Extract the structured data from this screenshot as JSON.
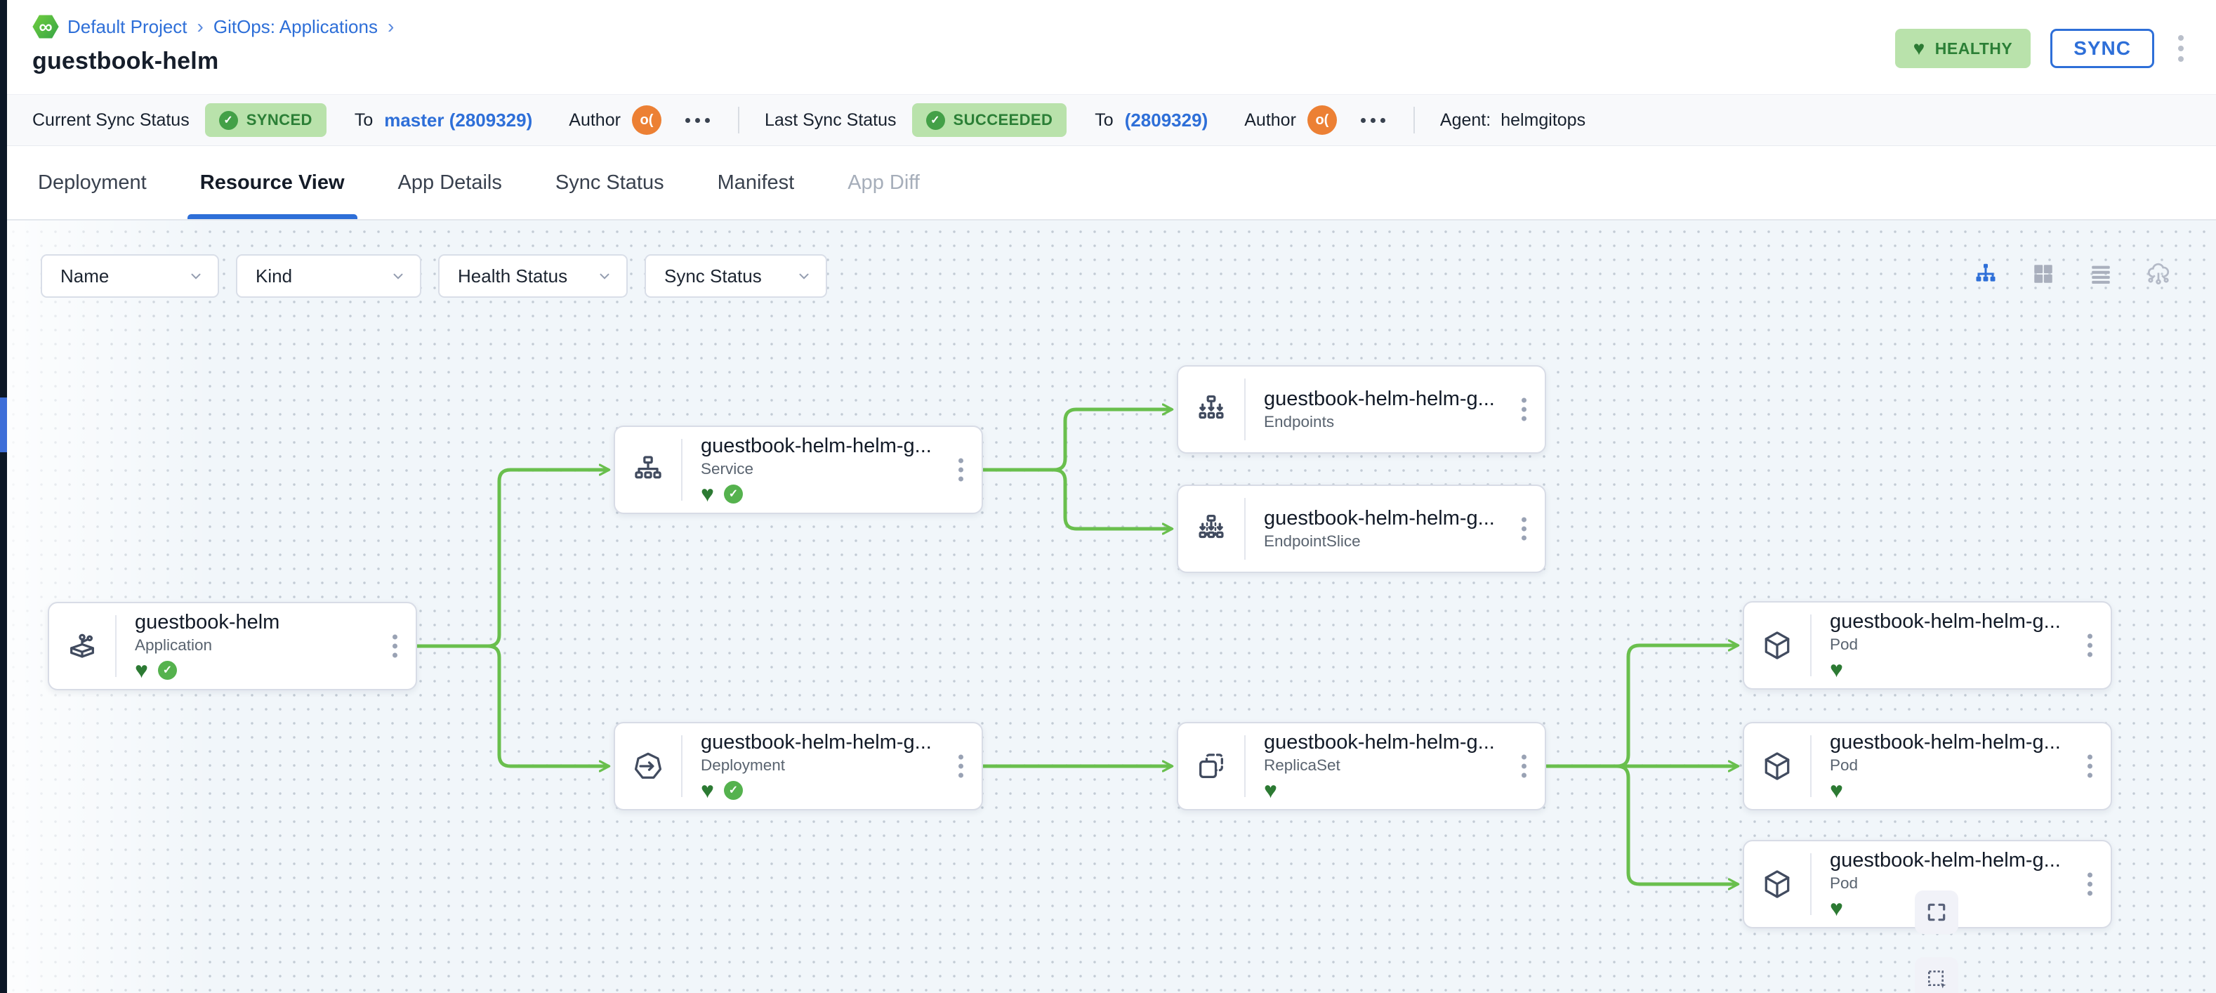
{
  "page": {
    "title": "guestbook-helm"
  },
  "breadcrumb": {
    "separator": "›",
    "items": [
      {
        "label": "Default Project"
      },
      {
        "label": "GitOps: Applications"
      }
    ]
  },
  "header": {
    "health_badge": "HEALTHY",
    "sync_button": "SYNC"
  },
  "status_bar": {
    "current_label": "Current Sync Status",
    "current_badge": "SYNCED",
    "current_to_label": "To",
    "current_revision": "master (2809329)",
    "current_author_label": "Author",
    "current_avatar_initials": "o(",
    "last_label": "Last Sync Status",
    "last_badge": "SUCCEEDED",
    "last_to_label": "To",
    "last_revision": "(2809329)",
    "last_author_label": "Author",
    "last_avatar_initials": "o(",
    "agent_label": "Agent:",
    "agent_value": "helmgitops"
  },
  "tabs": [
    {
      "label": "Deployment",
      "active": false,
      "disabled": false
    },
    {
      "label": "Resource View",
      "active": true,
      "disabled": false
    },
    {
      "label": "App Details",
      "active": false,
      "disabled": false
    },
    {
      "label": "Sync Status",
      "active": false,
      "disabled": false
    },
    {
      "label": "Manifest",
      "active": false,
      "disabled": false
    },
    {
      "label": "App Diff",
      "active": false,
      "disabled": true
    }
  ],
  "filters": [
    {
      "label": "Name"
    },
    {
      "label": "Kind"
    },
    {
      "label": "Health Status"
    },
    {
      "label": "Sync Status"
    }
  ],
  "view_toggles": [
    {
      "icon": "tree-view-icon",
      "active": true
    },
    {
      "icon": "grid-view-icon",
      "active": false
    },
    {
      "icon": "list-view-icon",
      "active": false
    },
    {
      "icon": "cloud-view-icon",
      "active": false
    }
  ],
  "canvas_buttons": [
    {
      "icon": "fullscreen-icon"
    },
    {
      "icon": "select-area-icon"
    }
  ],
  "graph": {
    "nodes": [
      {
        "id": "app",
        "title": "guestbook-helm",
        "kind": "Application",
        "icon": "application-icon",
        "health": true,
        "synced": true
      },
      {
        "id": "svc",
        "title": "guestbook-helm-helm-g...",
        "kind": "Service",
        "icon": "service-icon",
        "health": true,
        "synced": true
      },
      {
        "id": "ep",
        "title": "guestbook-helm-helm-g...",
        "kind": "Endpoints",
        "icon": "endpoints-icon",
        "health": false,
        "synced": false
      },
      {
        "id": "eps",
        "title": "guestbook-helm-helm-g...",
        "kind": "EndpointSlice",
        "icon": "endpointslice-icon",
        "health": false,
        "synced": false
      },
      {
        "id": "deploy",
        "title": "guestbook-helm-helm-g...",
        "kind": "Deployment",
        "icon": "deployment-icon",
        "health": true,
        "synced": true
      },
      {
        "id": "rs",
        "title": "guestbook-helm-helm-g...",
        "kind": "ReplicaSet",
        "icon": "replicaset-icon",
        "health": true,
        "synced": false
      },
      {
        "id": "pod1",
        "title": "guestbook-helm-helm-g...",
        "kind": "Pod",
        "icon": "pod-icon",
        "health": true,
        "synced": false
      },
      {
        "id": "pod2",
        "title": "guestbook-helm-helm-g...",
        "kind": "Pod",
        "icon": "pod-icon",
        "health": true,
        "synced": false
      },
      {
        "id": "pod3",
        "title": "guestbook-helm-helm-g...",
        "kind": "Pod",
        "icon": "pod-icon",
        "health": true,
        "synced": false
      }
    ],
    "edges": [
      [
        "app",
        "svc"
      ],
      [
        "app",
        "deploy"
      ],
      [
        "svc",
        "ep"
      ],
      [
        "svc",
        "eps"
      ],
      [
        "deploy",
        "rs"
      ],
      [
        "rs",
        "pod1"
      ],
      [
        "rs",
        "pod2"
      ],
      [
        "rs",
        "pod3"
      ]
    ]
  },
  "colors": {
    "accent_blue": "#2e6fd8",
    "edge_green": "#69bf4d",
    "health_green": "#2c7a33",
    "badge_bg": "#b9e2ab",
    "badge_text": "#2b7f36",
    "avatar_orange": "#ec8034",
    "strip_dark": "#0c1726"
  }
}
